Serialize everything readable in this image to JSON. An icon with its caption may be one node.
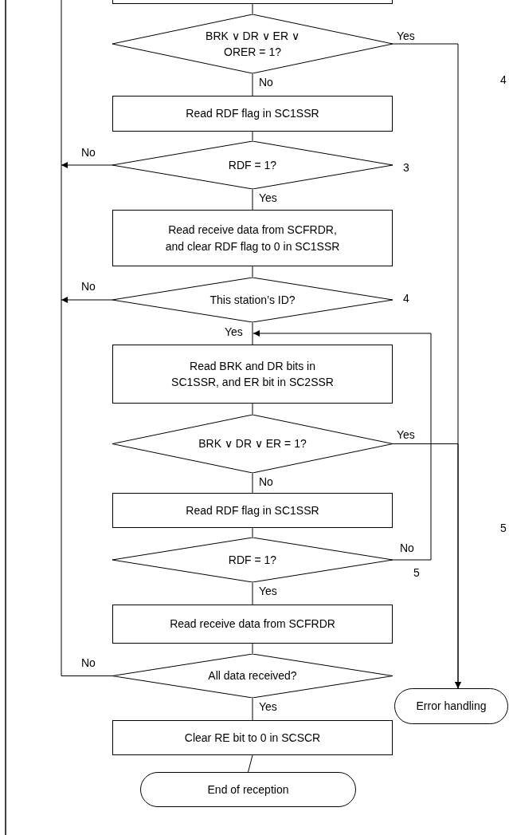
{
  "diagram": {
    "nodes": [
      {
        "text": [],
        "shape": "box"
      },
      {
        "text": [
          "BRK ∨ DR ∨ ER ∨ ORER = 1?"
        ]
      },
      {
        "text": [
          "Read RDF flag in SC1SSR"
        ]
      },
      {
        "text": [
          "RDF = 1?"
        ],
        "beside": [
          "3"
        ]
      },
      {
        "text": [
          "Read receive data from SCFRDR, and clear RDF flag to 0 in SC1SSR"
        ]
      },
      {
        "text": [
          "This station’s ID?"
        ],
        "beside": [
          "4"
        ]
      },
      {
        "text": [
          "Read BRK and DR bits in SC1SSR, and ER bit in SC2SSR"
        ]
      },
      {
        "text": [
          "BRK ∨ DR ∨ ER = 1?"
        ]
      },
      {
        "text": [
          "Read RDF flag in SC1SSR"
        ]
      },
      {
        "text": [
          "RDF = 1?"
        ],
        "beside": [
          "5"
        ]
      },
      {
        "text": [
          "Read receive data from SCFRDR"
        ]
      },
      {
        "text": [
          "All data received?"
        ]
      },
      {
        "text": [
          "Clear RE bit to 0 in SCSCR"
        ]
      },
      {
        "text": [
          "End of reception"
        ]
      },
      {
        "text": [
          "Error handling"
        ]
      }
    ],
    "edges": [
      {
        "from": 0,
        "to": 1,
        "arrow": "none"
      },
      {
        "from": 1,
        "to": 14,
        "arrow": "to",
        "label": "Yes"
      },
      {
        "from": 1,
        "to": 2,
        "arrow": "none",
        "label": "No"
      },
      {
        "from": 2,
        "to": 3,
        "arrow": "none"
      },
      {
        "from": 3,
        "to": null,
        "arrow": "to",
        "label": "No"
      },
      {
        "from": 3,
        "to": 4,
        "arrow": "none",
        "label": "Yes"
      },
      {
        "from": 4,
        "to": 5,
        "arrow": "none"
      },
      {
        "from": 5,
        "to": null,
        "arrow": "to",
        "label": "No"
      },
      {
        "from": 5,
        "to": 6,
        "arrow": "none",
        "label": "Yes"
      },
      {
        "from": 6,
        "to": 7,
        "arrow": "none"
      },
      {
        "from": 7,
        "to": 14,
        "arrow": "to",
        "label": "Yes"
      },
      {
        "from": 7,
        "to": 8,
        "arrow": "none",
        "label": "No"
      },
      {
        "from": 8,
        "to": 9,
        "arrow": "none"
      },
      {
        "from": 9,
        "to": 6,
        "arrow": "to",
        "label": "No"
      },
      {
        "from": 9,
        "to": 10,
        "arrow": "none",
        "label": "Yes"
      },
      {
        "from": 10,
        "to": 11,
        "arrow": "none"
      },
      {
        "from": 11,
        "to": null,
        "arrow": "none",
        "label": "No"
      },
      {
        "from": 11,
        "to": 12,
        "arrow": "none",
        "label": "Yes"
      },
      {
        "from": 12,
        "to": 13,
        "arrow": "none"
      }
    ],
    "labels": [
      "4",
      "5"
    ]
  }
}
